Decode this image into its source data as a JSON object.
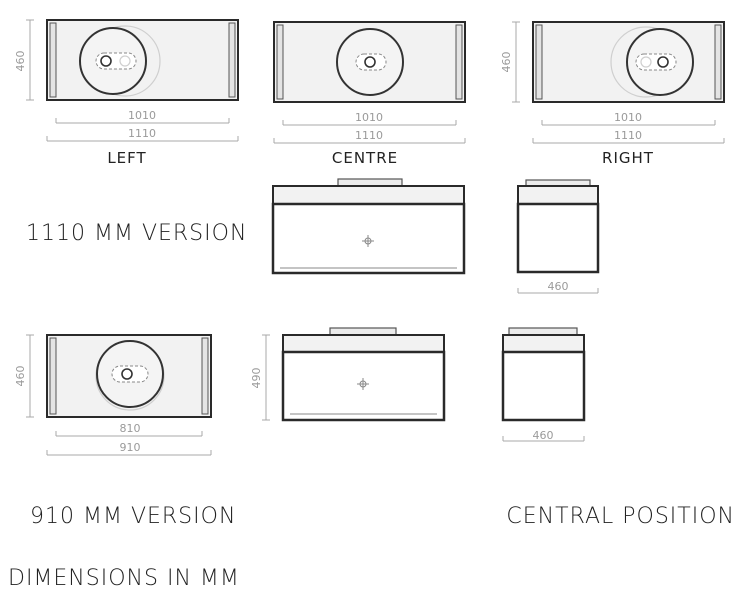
{
  "plans_1110": {
    "width_label": "1110",
    "inner_label": "1010",
    "depth_label": "460",
    "positions": [
      "LEFT",
      "CENTRE",
      "RIGHT"
    ]
  },
  "version_1110": {
    "title": "1110 MM VERSION",
    "side_depth_label": "460"
  },
  "plan_910": {
    "width_label": "910",
    "inner_label": "810",
    "depth_label": "460"
  },
  "version_910": {
    "title": "910 MM VERSION",
    "height_label": "490",
    "side_depth_label": "460"
  },
  "central_position": "CENTRAL POSITION",
  "footer": "DIMENSIONS IN MM",
  "colors": {
    "outline": "#2a2a2a",
    "dimension": "#9a9a9a",
    "fill": "#f2f2f2"
  }
}
